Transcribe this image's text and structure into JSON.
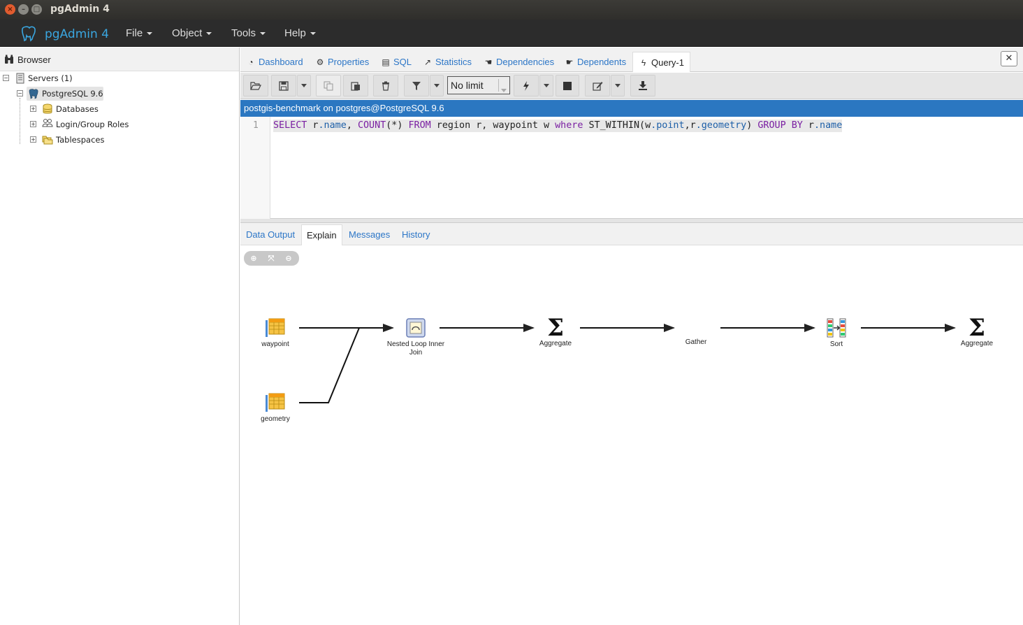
{
  "window": {
    "title": "pgAdmin 4",
    "buttons": {
      "close": "×",
      "minimize": "–",
      "maximize": "□"
    }
  },
  "menubar": {
    "brand": "pgAdmin 4",
    "items": [
      "File",
      "Object",
      "Tools",
      "Help"
    ]
  },
  "browser": {
    "title": "Browser",
    "tree": {
      "servers": "Servers (1)",
      "server": "PostgreSQL 9.6",
      "children": [
        "Databases",
        "Login/Group Roles",
        "Tablespaces"
      ]
    }
  },
  "tabs": [
    {
      "label": "Dashboard",
      "icon": "dashboard-icon"
    },
    {
      "label": "Properties",
      "icon": "gears-icon"
    },
    {
      "label": "SQL",
      "icon": "document-icon"
    },
    {
      "label": "Statistics",
      "icon": "line-chart-icon"
    },
    {
      "label": "Dependencies",
      "icon": "hand-icon"
    },
    {
      "label": "Dependents",
      "icon": "hand-icon"
    },
    {
      "label": "Query-1",
      "icon": "bolt-icon"
    }
  ],
  "toolbar": {
    "limit": "No limit"
  },
  "connection": "postgis-benchmark on postgres@PostgreSQL 9.6",
  "editor": {
    "line_number": "1",
    "tokens": [
      {
        "t": "SELECT",
        "c": "kw"
      },
      {
        "t": " r",
        "c": "plain"
      },
      {
        "t": ".name",
        "c": "fld"
      },
      {
        "t": ", ",
        "c": "plain"
      },
      {
        "t": "COUNT",
        "c": "kw"
      },
      {
        "t": "(*) ",
        "c": "plain"
      },
      {
        "t": "FROM",
        "c": "kw"
      },
      {
        "t": " region r, waypoint w ",
        "c": "plain"
      },
      {
        "t": "where",
        "c": "kw"
      },
      {
        "t": " ST_WITHIN(w",
        "c": "plain"
      },
      {
        "t": ".point",
        "c": "fld"
      },
      {
        "t": ",r",
        "c": "plain"
      },
      {
        "t": ".geometry",
        "c": "fld"
      },
      {
        "t": ") ",
        "c": "plain"
      },
      {
        "t": "GROUP BY",
        "c": "kw"
      },
      {
        "t": " r",
        "c": "plain"
      },
      {
        "t": ".name",
        "c": "fld"
      }
    ]
  },
  "results": {
    "tabs": [
      "Data Output",
      "Explain",
      "Messages",
      "History"
    ],
    "active": "Explain"
  },
  "explain": {
    "nodes": [
      {
        "id": "waypoint",
        "label": "waypoint",
        "icon": "table-scan-icon"
      },
      {
        "id": "geometry",
        "label": "geometry",
        "icon": "table-scan-icon"
      },
      {
        "id": "nested",
        "label": "Nested Loop Inner Join",
        "icon": "nested-loop-icon"
      },
      {
        "id": "agg1",
        "label": "Aggregate",
        "icon": "sigma-icon"
      },
      {
        "id": "gather",
        "label": "Gather",
        "icon": "gather-icon"
      },
      {
        "id": "sort",
        "label": "Sort",
        "icon": "sort-icon"
      },
      {
        "id": "agg2",
        "label": "Aggregate",
        "icon": "sigma-icon"
      }
    ]
  }
}
